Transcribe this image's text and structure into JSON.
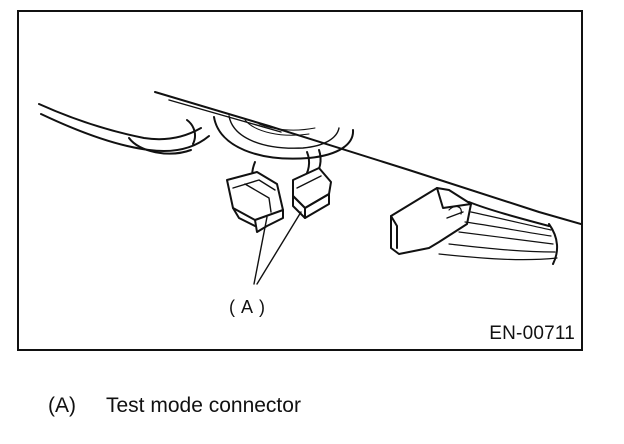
{
  "figure": {
    "code": "EN-00711",
    "callout_label": "( A )"
  },
  "caption": {
    "tag": "(A)",
    "text": "Test mode connector"
  }
}
